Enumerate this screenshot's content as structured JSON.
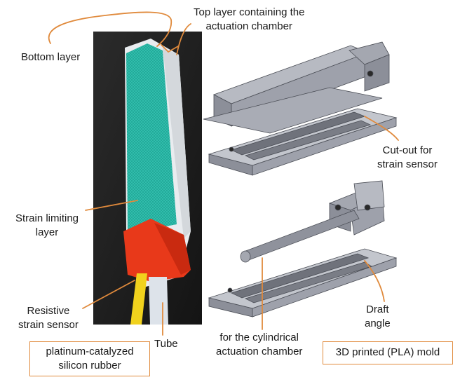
{
  "labels": {
    "top_layer": [
      "Top layer containing the",
      "actuation chamber"
    ],
    "bottom_layer": "Bottom layer",
    "strain_limiting": [
      "Strain limiting",
      "layer"
    ],
    "resistive_sensor": [
      "Resistive",
      "strain sensor"
    ],
    "tube": "Tube",
    "cutout": [
      "Cut-out for",
      "strain sensor"
    ],
    "draft_angle": [
      "Draft",
      "angle"
    ],
    "cyl_chamber": [
      "for the cylindrical",
      "actuation chamber"
    ]
  },
  "boxes": {
    "rubber": [
      "platinum-catalyzed",
      "silicon rubber"
    ],
    "mold": "3D printed (PLA) mold"
  },
  "colors": {
    "annotation": "#e08a3c",
    "mold_gray": "#8c8f99",
    "photo_bg": "#1e1e1e",
    "teal": "#22a89a",
    "orange_tape": "#e8391a"
  }
}
